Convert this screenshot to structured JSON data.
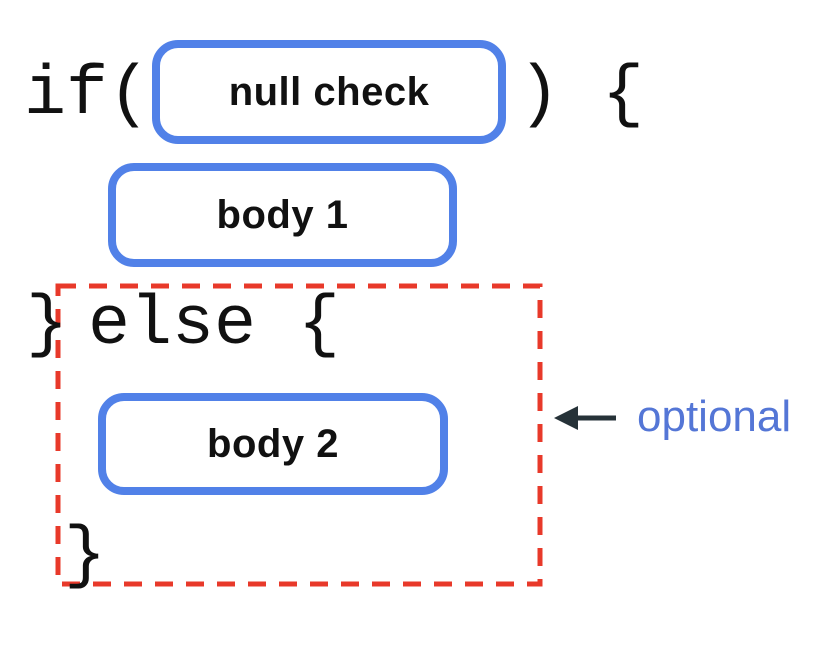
{
  "code": {
    "if_open": "if(",
    "if_close": ") {",
    "else_brace": "}",
    "else_rest": "else {",
    "final_brace": "}"
  },
  "boxes": {
    "null_check": "null check",
    "body1": "body 1",
    "body2": "body 2"
  },
  "annotation": {
    "label": "optional"
  },
  "colors": {
    "blue_border": "#5181e8",
    "red_dashed": "#e8392a",
    "arrow": "#263238",
    "annotation_blue": "#5476d6",
    "code_text": "#111111",
    "label_text": "#111111",
    "background": "#ffffff"
  }
}
